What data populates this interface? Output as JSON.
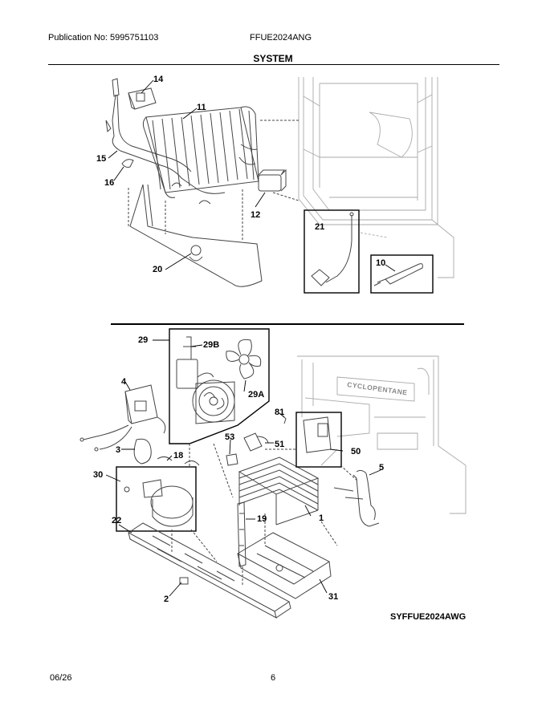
{
  "header": {
    "publication": "Publication No: 5995751103",
    "model": "FFUE2024ANG",
    "section_title": "SYSTEM"
  },
  "callouts": {
    "c14": "14",
    "c11": "11",
    "c15": "15",
    "c16": "16",
    "c12": "12",
    "c20": "20",
    "c21": "21",
    "c10": "10",
    "c29": "29",
    "c29B": "29B",
    "c29A": "29A",
    "c4": "4",
    "c81": "81",
    "c53": "53",
    "c51": "51",
    "c50": "50",
    "c3": "3",
    "c18": "18",
    "c30": "30",
    "c5": "5",
    "c1": "1",
    "c22": "22",
    "c19": "19",
    "c2": "2",
    "c31": "31"
  },
  "cabinet_label": "CYCLOPENTANE",
  "footer": {
    "diagram_ref": "SYFFUE2024AWG",
    "date": "06/26",
    "page": "6"
  }
}
